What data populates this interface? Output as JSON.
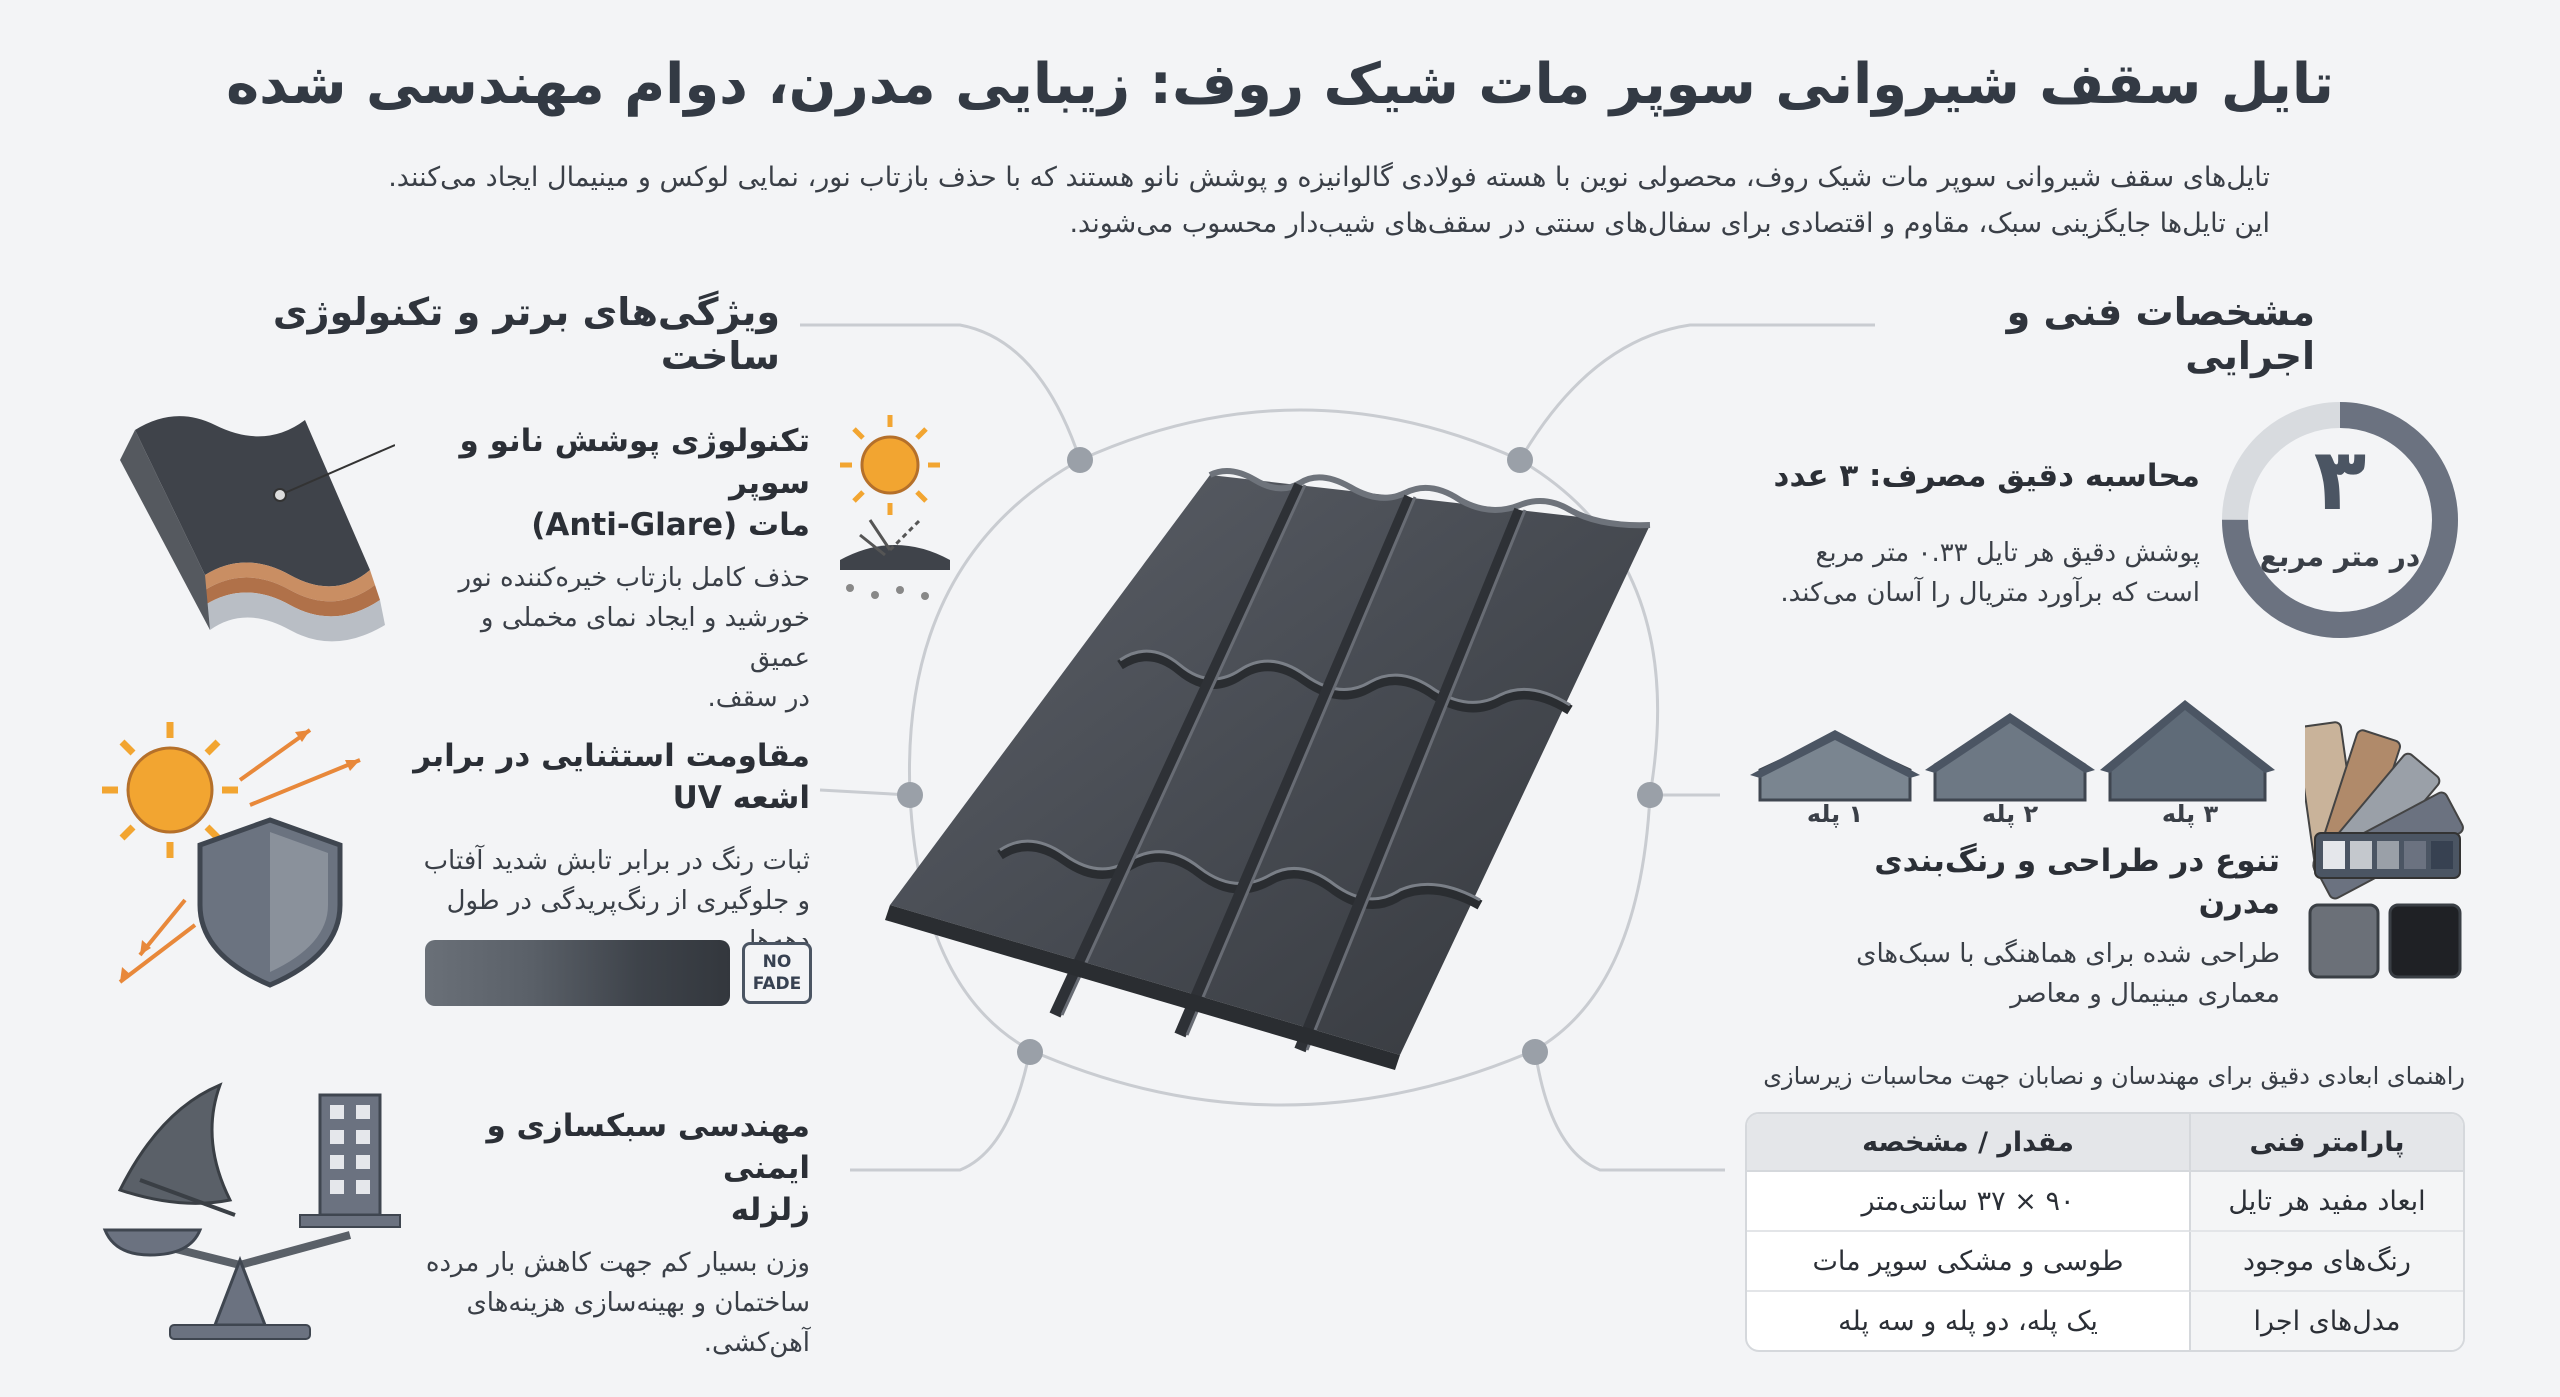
{
  "title": "تایل سقف شیروانی سوپر مات شیک روف: زیبایی مدرن، دوام مهندسی شده",
  "intro": [
    "تایل‌های سقف شیروانی سوپر مات شیک روف، محصولی نوین با هسته فولادی گالوانیزه و پوشش نانو هستند که با حذف بازتاب نور، نمایی لوکس و مینیمال ایجاد می‌کنند.",
    "این تایل‌ها جایگزینی سبک، مقاوم و اقتصادی برای سفال‌های سنتی در سقف‌های شیب‌دار محسوب می‌شوند."
  ],
  "left": {
    "heading": "ویژگی‌های برتر و تکنولوژی ساخت",
    "features": [
      {
        "title": "تکنولوژی پوشش نانو و سوپر مات (Anti-Glare)",
        "title_lines": [
          "تکنولوژی پوشش نانو و سوپر",
          "مات (Anti-Glare)"
        ],
        "desc_lines": [
          "حذف کامل بازتاب خیره‌کننده نور",
          "خورشید و ایجاد نمای مخملی و عمیق",
          "در سقف."
        ]
      },
      {
        "title": "مقاومت استثنایی در برابر اشعه UV",
        "title_lines": [
          "مقاومت استثنایی در برابر اشعه UV"
        ],
        "desc_lines": [
          "ثبات رنگ در برابر تابش شدید آفتاب",
          "و جلوگیری از رنگ‌پریدگی در طول",
          "دهه‌ها."
        ],
        "badge": [
          "NO",
          "FADE"
        ]
      },
      {
        "title": "مهندسی سبکسازی و ایمنی زلزله",
        "title_lines": [
          "مهندسی سبکسازی و ایمنی",
          "زلزله"
        ],
        "desc_lines": [
          "وزن بسیار کم جهت کاهش بار مرده",
          "ساختمان و بهینه‌سازی هزینه‌های",
          "آهن‌کشی."
        ]
      }
    ]
  },
  "right": {
    "heading": "مشخصات فنی و اجرایی",
    "calc": {
      "title": "محاسبه دقیق مصرف: ۳ عدد",
      "desc_lines": [
        "پوشش دقیق هر تایل ۰.۳۳ متر مربع",
        "است که برآورد متریال را آسان می‌کند."
      ],
      "gauge_value": "۳",
      "gauge_unit": "در متر مربع",
      "gauge_fraction": 0.75
    },
    "roofs": [
      "۳ پله",
      "۲ پله",
      "۱ پله"
    ],
    "design": {
      "title": "تنوع در طراحی و رنگ‌بندی مدرن",
      "desc_lines": [
        "طراحی شده برای هماهنگی با سبک‌های",
        "معماری مینیمال و معاصر"
      ]
    },
    "table_note": "راهنمای ابعادی دقیق برای مهندسان و نصابان جهت محاسبات زیرسازی",
    "table": {
      "headers": [
        "پارامتر فنی",
        "مقدار / مشخصه"
      ],
      "rows": [
        [
          "ابعاد مفید هر تایل",
          "۹۰ × ۳۷ سانتی‌متر"
        ],
        [
          "رنگ‌های موجود",
          "طوسی و مشکی سوپر مات"
        ],
        [
          "مدل‌های اجرا",
          "یک پله، دو پله و سه پله"
        ]
      ]
    }
  },
  "colors": {
    "accent_gray": "#6b7280",
    "tile_dark": "#4a4e55",
    "sun": "#f2a531",
    "arrow_orange": "#e8883a"
  }
}
